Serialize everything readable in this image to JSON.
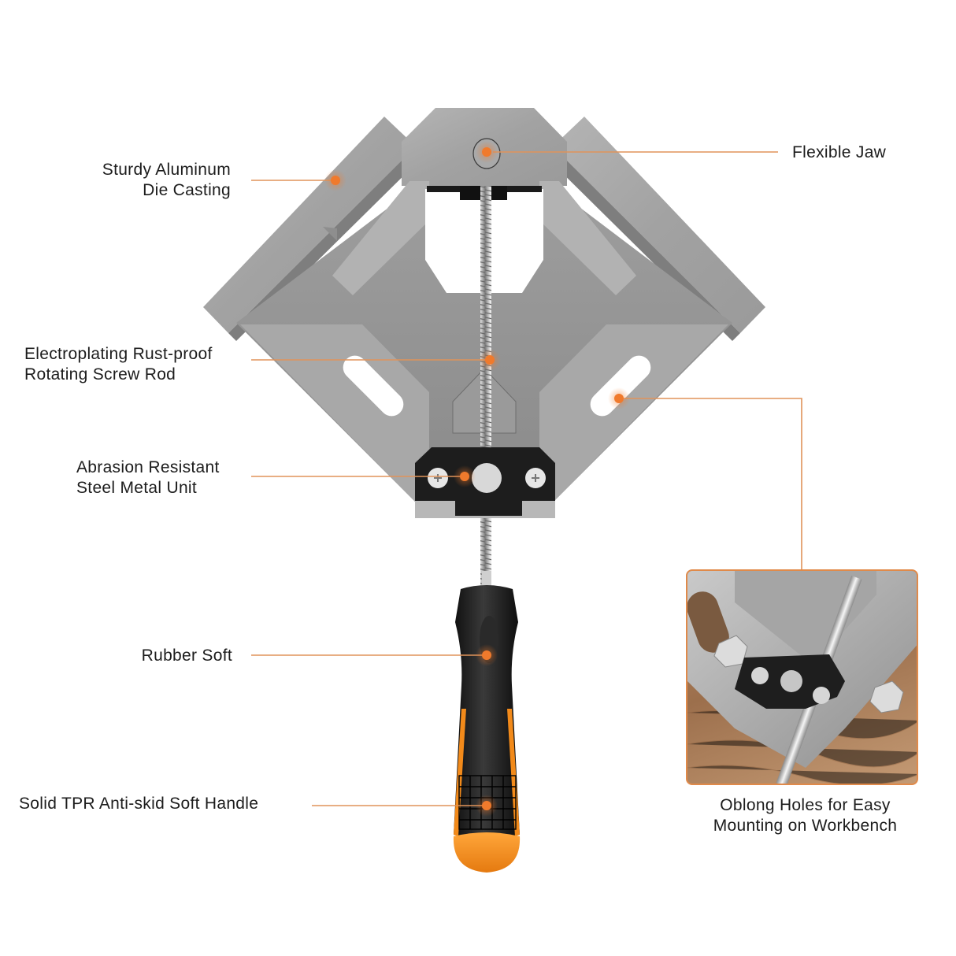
{
  "colors": {
    "accent": "#f07a2c",
    "leader_line": "#e0935a",
    "metal": "#a6a6a6",
    "metal_dark": "#8c8c8c",
    "handle_black": "#1b1b1b",
    "handle_orange": "#f28a1a",
    "background": "#ffffff"
  },
  "callouts": [
    {
      "id": "aluminum",
      "lines": [
        "Sturdy Aluminum",
        "Die Casting"
      ],
      "align": "right"
    },
    {
      "id": "jaw",
      "lines": [
        "Flexible Jaw"
      ],
      "align": "left"
    },
    {
      "id": "screw",
      "lines": [
        "Electroplating Rust-proof",
        "Rotating Screw Rod"
      ],
      "align": "left"
    },
    {
      "id": "steel",
      "lines": [
        "Abrasion Resistant",
        "Steel Metal Unit"
      ],
      "align": "left"
    },
    {
      "id": "rubber",
      "lines": [
        "Rubber Soft"
      ],
      "align": "right"
    },
    {
      "id": "handle",
      "lines": [
        "Solid TPR Anti-skid Soft Handle"
      ],
      "align": "left"
    },
    {
      "id": "holes",
      "lines": [
        "Oblong Holes for Easy",
        "Mounting on Workbench"
      ],
      "align": "center"
    }
  ],
  "product": {
    "name": "corner-clamp",
    "parts": [
      "clamp-body",
      "flexible-jaw",
      "screw-rod",
      "steel-unit",
      "handle",
      "oblong-holes"
    ]
  },
  "inset": {
    "subject": "oblong-holes-closeup"
  }
}
